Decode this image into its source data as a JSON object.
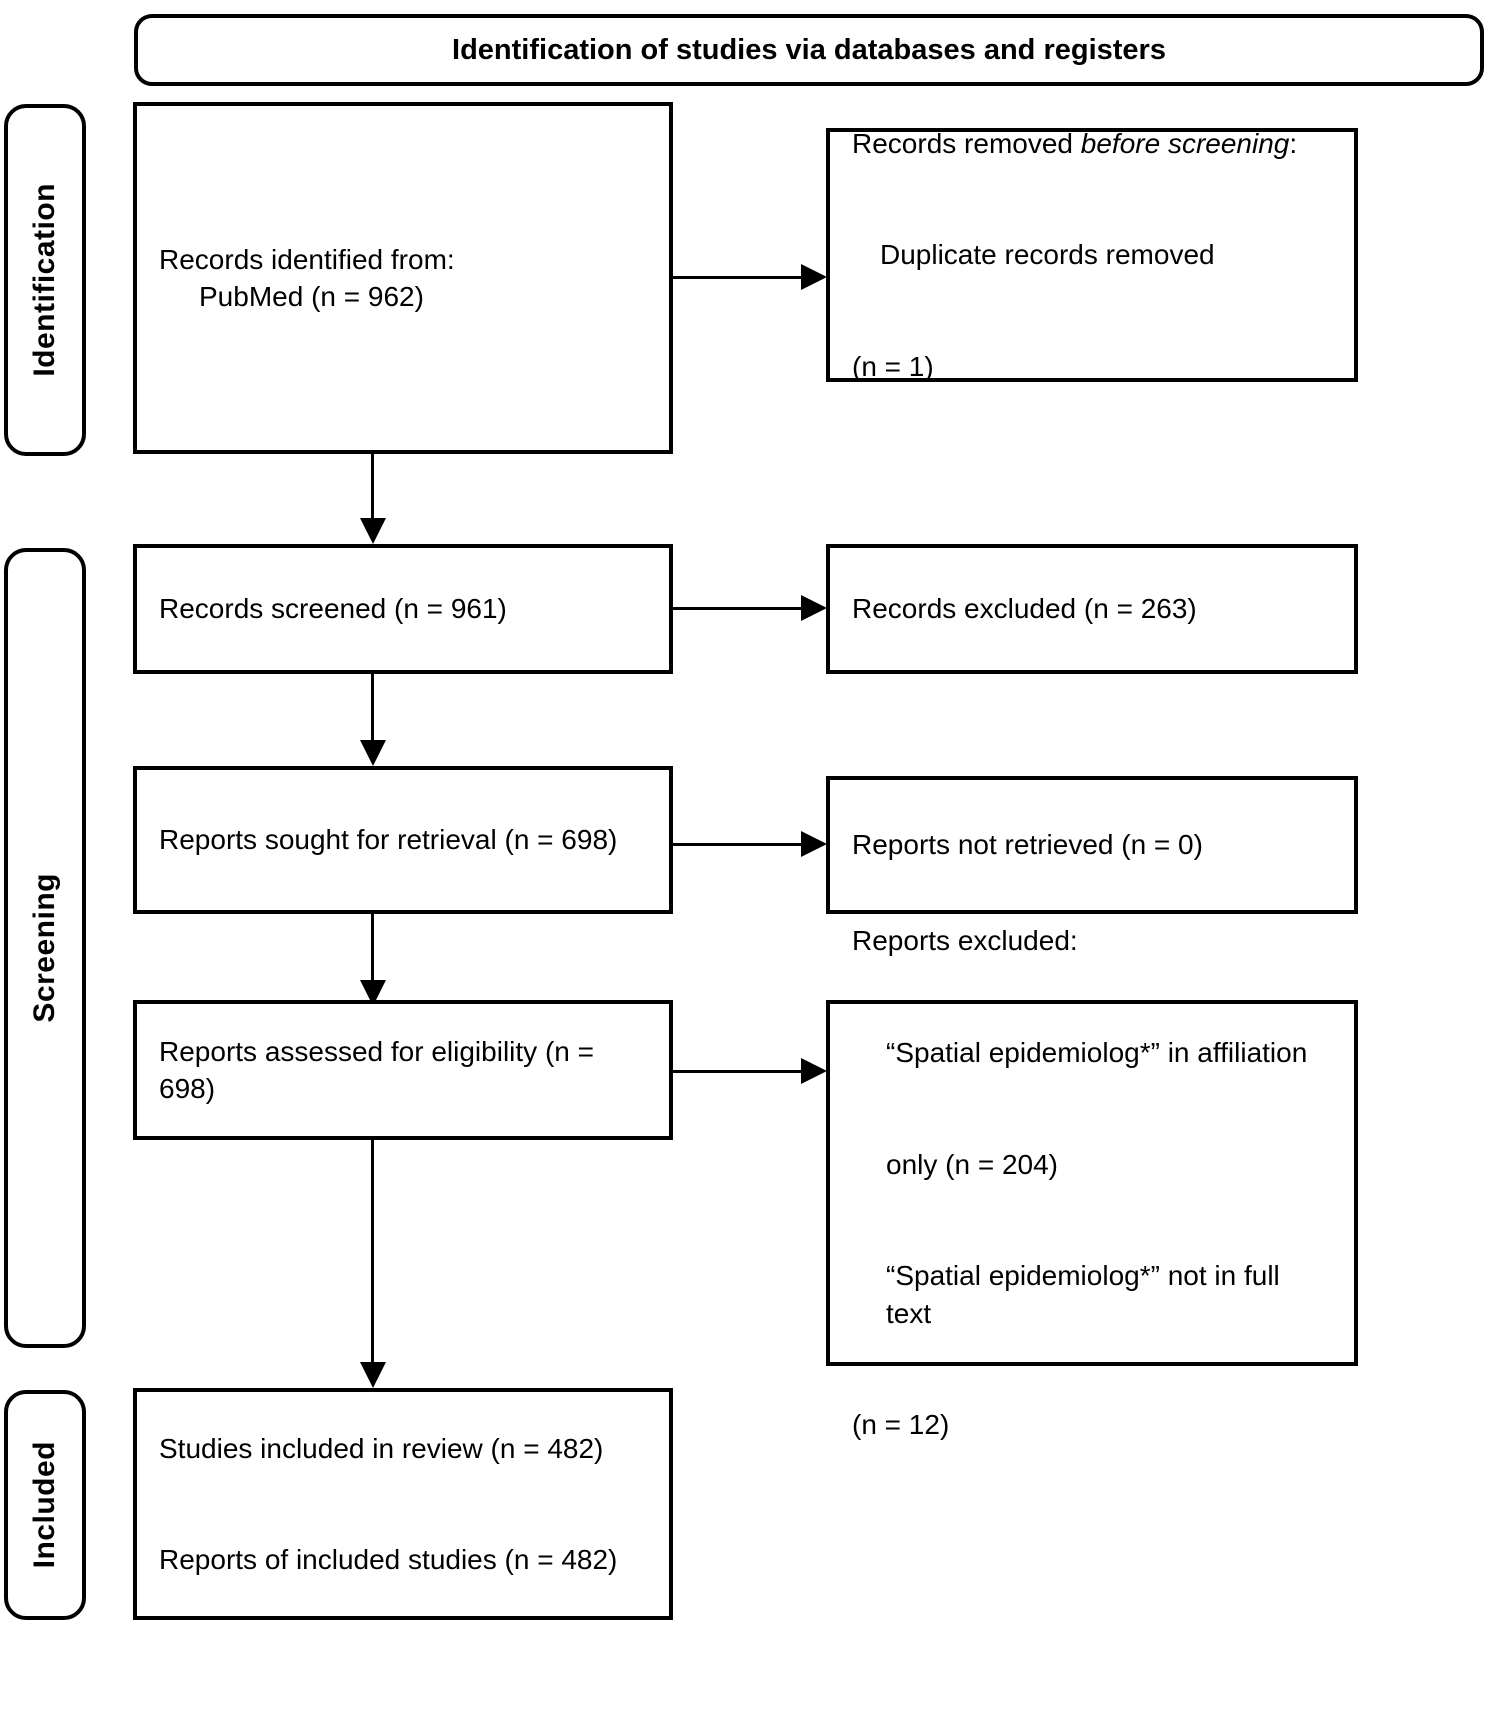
{
  "diagram": {
    "type": "prisma-flow-diagram",
    "header": {
      "title": "Identification of studies via databases and registers"
    },
    "stages": [
      {
        "id": "identification",
        "label": "Identification"
      },
      {
        "id": "screening",
        "label": "Screening"
      },
      {
        "id": "included",
        "label": "Included"
      }
    ],
    "boxes": {
      "records_identified": {
        "line1": "Records identified from:",
        "line2": "PubMed (n = 962)"
      },
      "records_removed": {
        "line1_prefix": "Records removed ",
        "line1_emphasis": "before screening",
        "line1_suffix": ":",
        "line2": "Duplicate records removed",
        "line3": "(n = 1)"
      },
      "records_screened": {
        "line1": "Records screened (n = 961)"
      },
      "records_excluded": {
        "line1": "Records excluded (n = 263)"
      },
      "reports_sought": {
        "line1": "Reports sought for retrieval (n = 698)"
      },
      "reports_not_retrieved": {
        "line1": "Reports not retrieved (n = 0)"
      },
      "reports_assessed": {
        "line1": "Reports assessed for eligibility (n = 698)"
      },
      "reports_excluded": {
        "line1": "Reports excluded:",
        "line2": "“Spatial epidemiolog*” in affiliation",
        "line3": "only (n = 204)",
        "line4": "“Spatial epidemiolog*” not in full text",
        "line5": "(n = 12)"
      },
      "studies_included": {
        "line1": "Studies included in review (n = 482)",
        "line2": "Reports of included studies (n = 482)"
      }
    },
    "counts": {
      "pubmed_identified": 962,
      "duplicates_removed": 1,
      "records_screened": 961,
      "records_excluded": 263,
      "reports_sought": 698,
      "reports_not_retrieved": 0,
      "reports_assessed": 698,
      "excluded_affiliation_only": 204,
      "excluded_not_in_full_text": 12,
      "studies_included": 482,
      "reports_of_included_studies": 482
    },
    "colors": {
      "stroke": "#000000",
      "fill": "#ffffff",
      "text": "#000000"
    }
  }
}
